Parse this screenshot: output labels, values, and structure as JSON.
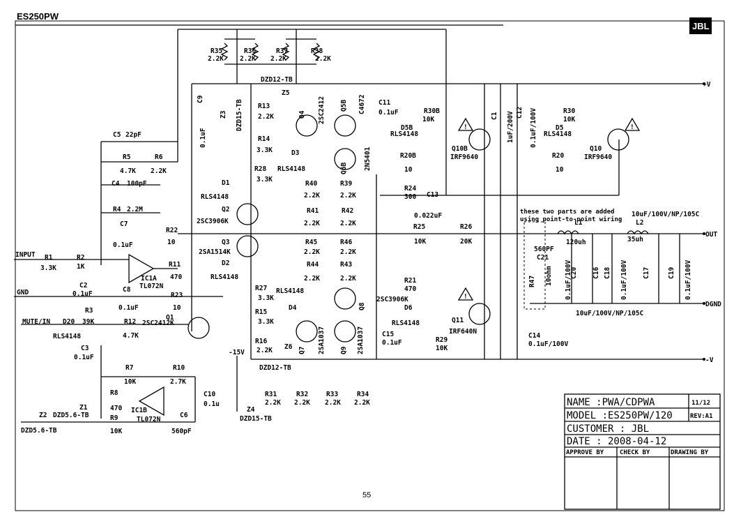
{
  "header": {
    "title": "ES250PW",
    "logo": "JBL"
  },
  "page_number": "55",
  "title_block": {
    "name": "NAME :PWA/CDPWA",
    "sheet": "11/12",
    "model": "MODEL :ES250PW/120",
    "rev": "REV:A1",
    "customer": "CUSTOMER : JBL",
    "date": "DATE :   2008-04-12",
    "approve": "APPROVE BY",
    "check": "CHECK BY",
    "drawing": "DRAWING BY"
  },
  "nets": {
    "plus_v": "+V",
    "minus_v": "-V",
    "out": "OUT",
    "dgnd": "DGND",
    "neg15": "-15V",
    "input": "INPUT",
    "gnd": "GND",
    "mute": "MUTE/IN"
  },
  "note": "these two parts are added using point-to-point wiring",
  "labels": [
    "R35",
    "2.2K",
    "R36",
    "2.2K",
    "R37",
    "2.2K",
    "R38",
    "2.2K",
    "DZD12-TB",
    "C9",
    "0.1uF",
    "Z3",
    "DZD15-TB",
    "Z5",
    "R13",
    "2.2K",
    "R14",
    "3.3K",
    "R28",
    "3.3K",
    "Q4",
    "2SC2412",
    "Q5B",
    "C4672",
    "C11",
    "0.1uF",
    "R30B",
    "10K",
    "D5B",
    "RLS4148",
    "R20B",
    "10",
    "Q10B",
    "IRF9640",
    "C1",
    "1uF/200V",
    "C12",
    "0.1uF/100V",
    "R30",
    "10K",
    "D5",
    "RLS4148",
    "R20",
    "10",
    "Q10",
    "IRF9640",
    "D3",
    "RLS4148",
    "Q6B",
    "2N5401",
    "C5",
    "22pF",
    "R5",
    "4.7K",
    "R6",
    "2.2K",
    "C4",
    "100pF",
    "R4",
    "2.2M",
    "C7",
    "0.1uF",
    "R22",
    "10",
    "D1",
    "RLS4148",
    "Q2",
    "2SC3906K",
    "Q3",
    "2SA1514K",
    "D2",
    "RLS4148",
    "R40",
    "2.2K",
    "R39",
    "2.2K",
    "R41",
    "2.2K",
    "R42",
    "2.2K",
    "R24",
    "300",
    "C13",
    "0.022uF",
    "R25",
    "10K",
    "R26",
    "20K",
    "R45",
    "2.2K",
    "R46",
    "2.2K",
    "R44",
    "2.2K",
    "R43",
    "2.2K",
    "INPUT",
    "R1",
    "3.3K",
    "R2",
    "1K",
    "C2",
    "0.1uF",
    "IC1A",
    "TL072N",
    "R11",
    "470",
    "GND",
    "C8",
    "0.1uF",
    "R23",
    "10",
    "R3",
    "39K",
    "MUTE/IN",
    "D20",
    "RLS4148",
    "R12",
    "4.7K",
    "Q1",
    "2SC2412K",
    "C3",
    "0.1uF",
    "R27",
    "3.3K",
    "R15",
    "3.3K",
    "R16",
    "2.2K",
    "RLS4148",
    "D4",
    "Z6",
    "Q7",
    "2SA1037",
    "Q9",
    "2SA1037",
    "Q8",
    "2SC3906K",
    "C15",
    "0.1uF",
    "R21",
    "470",
    "D6",
    "RLS4148",
    "R29",
    "10K",
    "Q11",
    "IRF640N",
    "C14",
    "0.1uF/100V",
    "DZD12-TB",
    "R7",
    "10K",
    "R10",
    "2.7K",
    "R8",
    "470",
    "IC1B",
    "TL072N",
    "R9",
    "10K",
    "C6",
    "560pF",
    "Z2",
    "DZD5.6-TB",
    "Z1",
    "DZD5.6-TB",
    "-15V",
    "C10",
    "0.1u",
    "Z4",
    "DZD15-TB",
    "R31",
    "2.2K",
    "R32",
    "2.2K",
    "R33",
    "2.2K",
    "R34",
    "2.2K",
    "L1",
    "120uh",
    "L2",
    "35uh",
    "10uF/100V/NP/105C",
    "C21",
    "560PF",
    "R47",
    "10ohm",
    "C20",
    "0.1uF/100V",
    "C16",
    "C18",
    "0.1uF/100V",
    "C17",
    "C19",
    "0.1uF/100V",
    "10uF/100V/NP/105C"
  ]
}
